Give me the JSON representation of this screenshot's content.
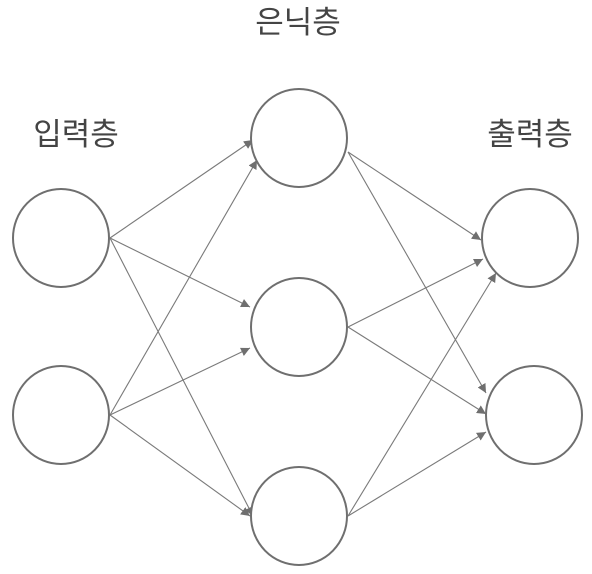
{
  "labels": {
    "input_layer": "입력층",
    "hidden_layer": "은닉층",
    "output_layer": "출력층"
  },
  "network": {
    "layer_sizes": [
      2,
      3,
      2
    ],
    "connections": "fully-connected",
    "direction": "input-to-output"
  },
  "colors": {
    "node_stroke": "#6f6f6f",
    "edge": "#7a7a7a",
    "label_text": "#444444",
    "background": "#ffffff"
  }
}
